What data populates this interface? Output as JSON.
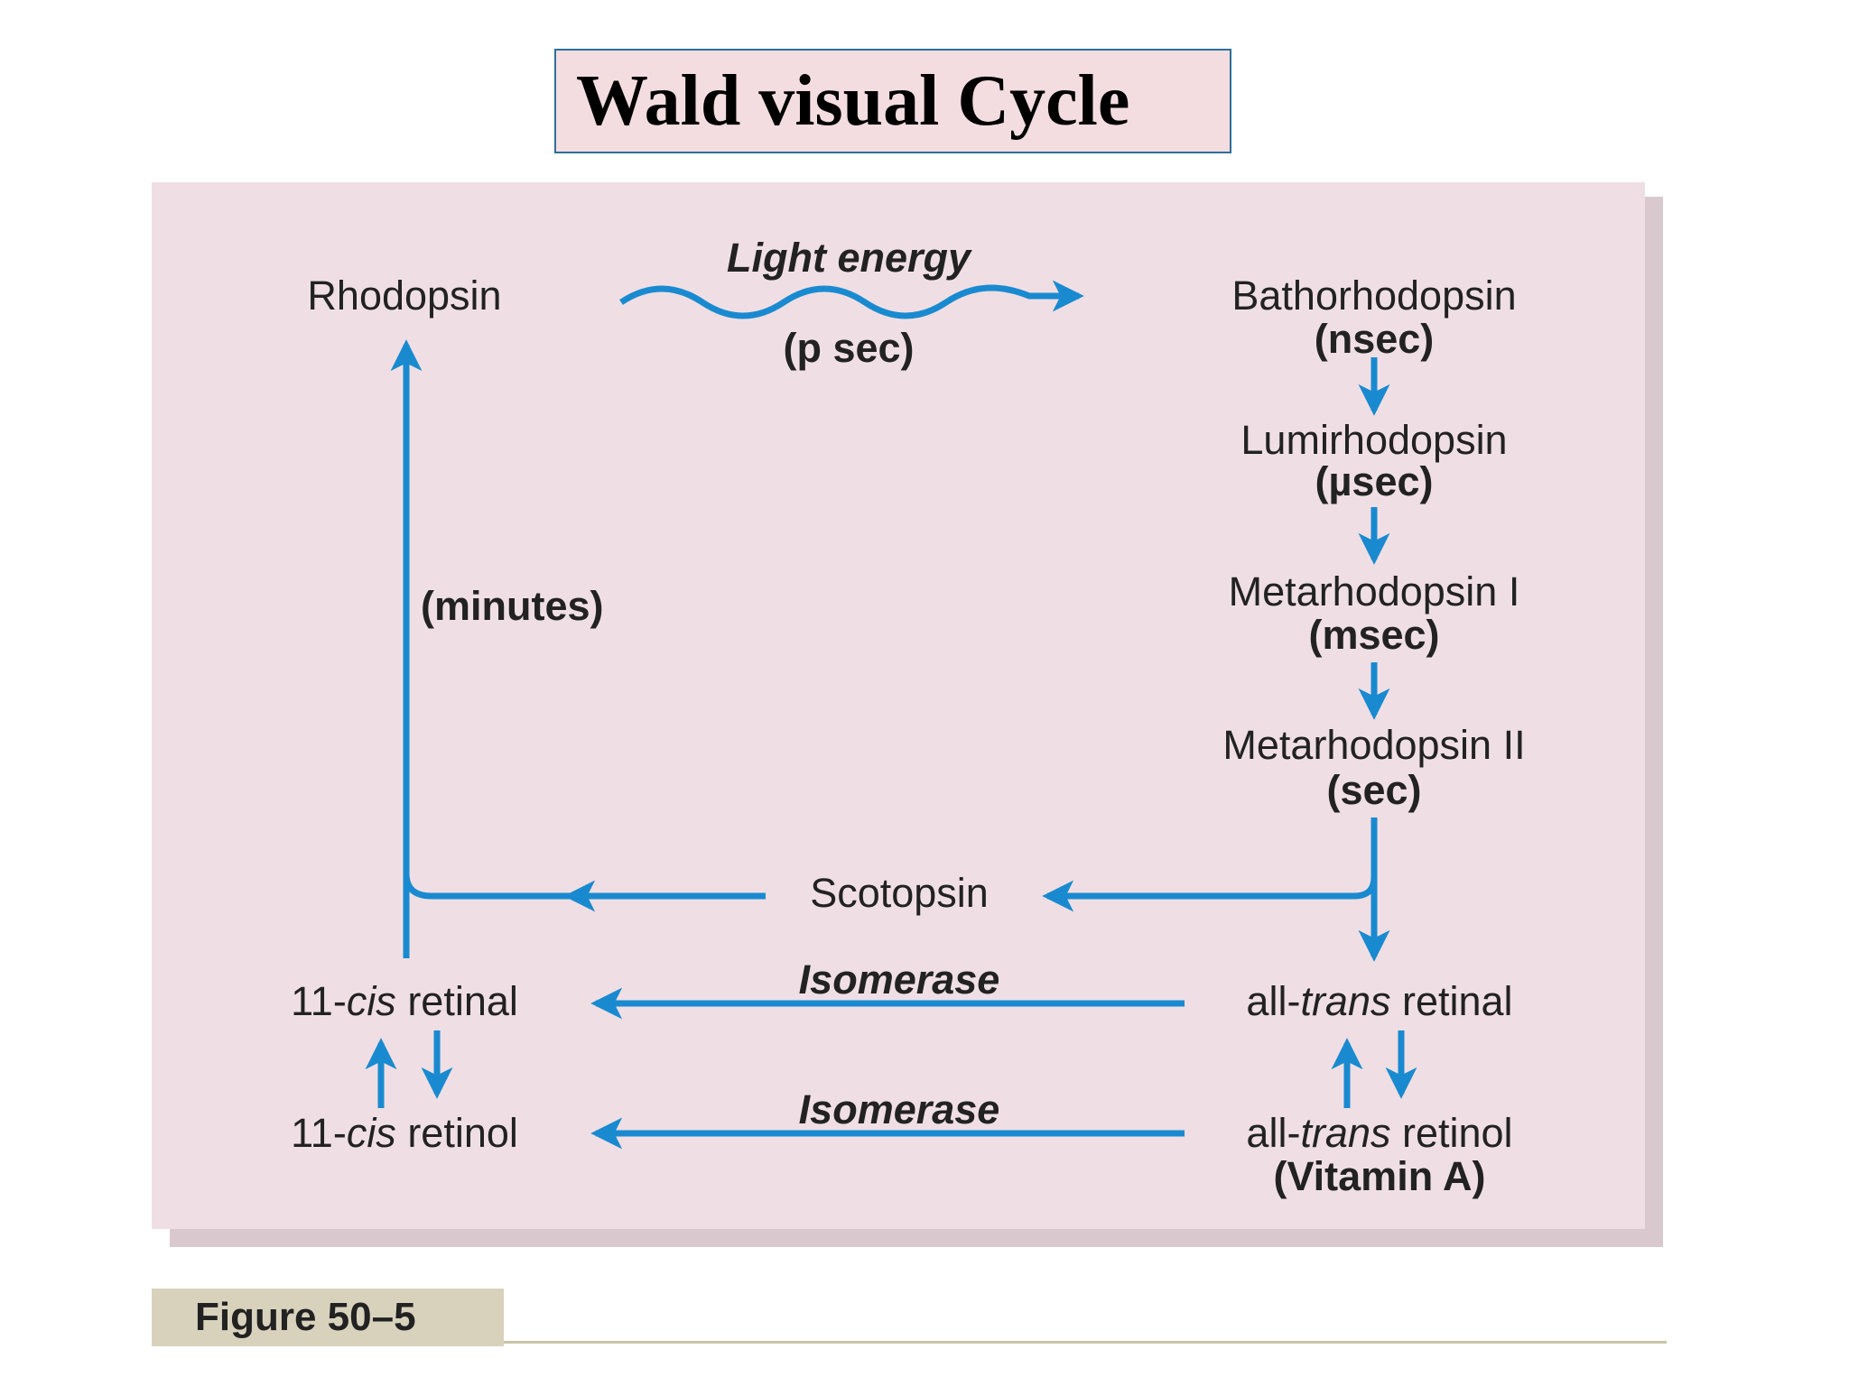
{
  "title": "Wald visual Cycle",
  "figure_label": "Figure 50–5",
  "diagram": {
    "rhodopsin": "Rhodopsin",
    "light_energy": "Light energy",
    "psec": "(p sec)",
    "bathorhodopsin": "Bathorhodopsin",
    "bathorhodopsin_time": "(nsec)",
    "lumirhodopsin": "Lumirhodopsin",
    "lumirhodopsin_time": "(µsec)",
    "metarhodopsin_1": "Metarhodopsin I",
    "metarhodopsin_1_time": "(msec)",
    "metarhodopsin_2": "Metarhodopsin II",
    "metarhodopsin_2_time": "(sec)",
    "minutes": "(minutes)",
    "scotopsin": "Scotopsin",
    "isomerase_top": "Isomerase",
    "isomerase_bottom": "Isomerase",
    "cis_retinal_prefix": "11-",
    "cis_retinal_italic": "cis",
    "cis_retinal_suffix": " retinal",
    "cis_retinol_prefix": "11-",
    "cis_retinol_italic": "cis",
    "cis_retinol_suffix": " retinol",
    "trans_retinal_prefix": "all-",
    "trans_retinal_italic": "trans",
    "trans_retinal_suffix": " retinal",
    "trans_retinol_prefix": "all-",
    "trans_retinol_italic": "trans",
    "trans_retinol_suffix": " retinol",
    "vitamin_a": "(Vitamin A)"
  },
  "colors": {
    "arrow": "#1a8ad0",
    "panel": "#efdfe4",
    "title_box": "#f3dde1"
  }
}
